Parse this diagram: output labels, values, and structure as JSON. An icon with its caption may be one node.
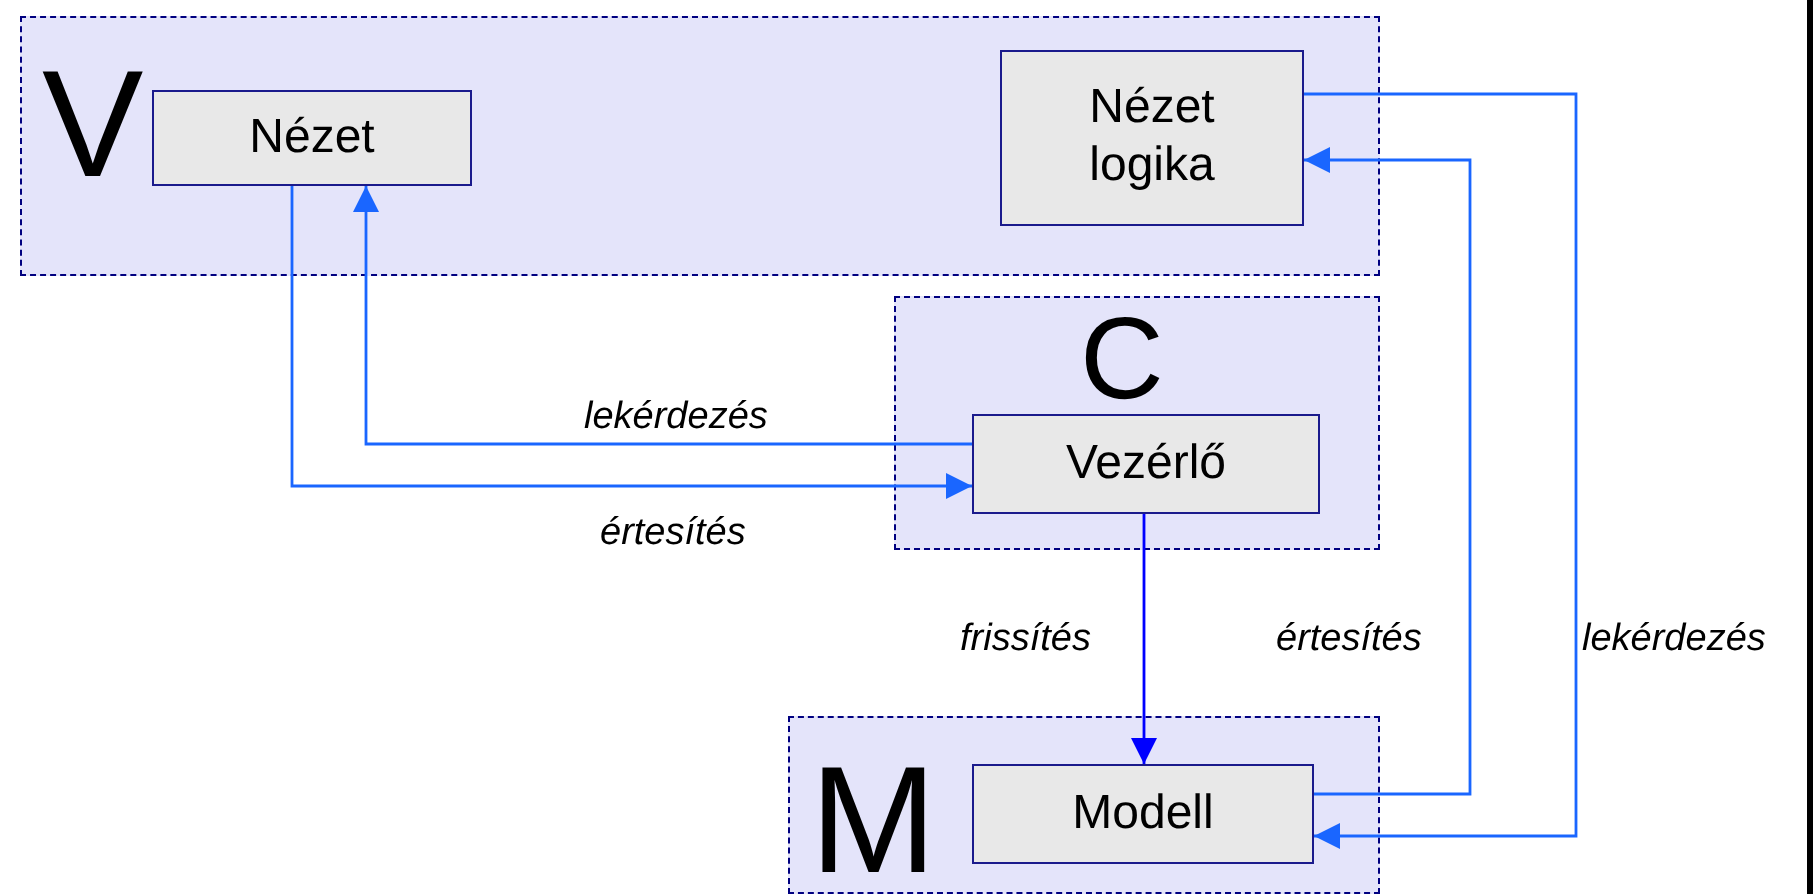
{
  "diagram": {
    "nodes": [
      {
        "text": [
          "V"
        ]
      },
      {
        "text": [
          "Nézet"
        ],
        "in": 0
      },
      {
        "text": [
          "Nézet logika"
        ],
        "in": 0
      },
      {
        "text": [
          "C"
        ]
      },
      {
        "text": [
          "Vezérlő"
        ],
        "in": 3
      },
      {
        "text": [
          "M"
        ]
      },
      {
        "text": [
          "Modell"
        ],
        "in": 5
      }
    ],
    "edges": [
      {
        "from": 1,
        "to": 4,
        "arrow": "to",
        "label": "értesítés"
      },
      {
        "from": 4,
        "to": 1,
        "arrow": "to",
        "label": "lekérdezés"
      },
      {
        "from": 4,
        "to": 6,
        "arrow": "to",
        "label": "frissítés",
        "color": "#0000ff"
      },
      {
        "from": 6,
        "to": 2,
        "arrow": "to",
        "label": "értesítés"
      },
      {
        "from": 2,
        "to": 6,
        "arrow": "to",
        "label": "lekérdezés"
      }
    ]
  }
}
